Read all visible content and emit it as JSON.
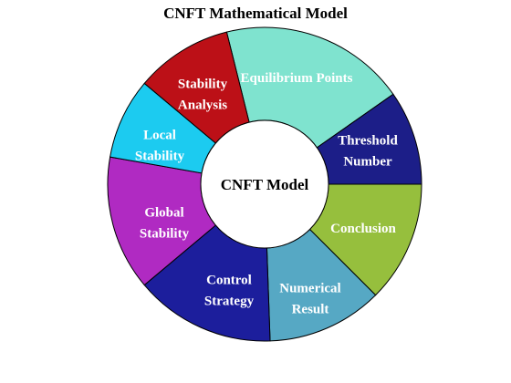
{
  "title": "CNFT Mathematical Model",
  "center": {
    "label": "CNFT Model"
  },
  "segments": [
    {
      "lines": [
        "Equilibrium Points"
      ],
      "color": "#7fe3cf"
    },
    {
      "lines": [
        "Threshold",
        "Number"
      ],
      "color": "#1c1e88"
    },
    {
      "lines": [
        "Conclusion"
      ],
      "color": "#96bf3d"
    },
    {
      "lines": [
        "Numerical",
        "Result"
      ],
      "color": "#56a8c4"
    },
    {
      "lines": [
        "Control",
        "Strategy"
      ],
      "color": "#1c1e9c"
    },
    {
      "lines": [
        "Global",
        "Stability"
      ],
      "color": "#b02ac2"
    },
    {
      "lines": [
        "Local",
        "Stability"
      ],
      "color": "#1ccbf0"
    },
    {
      "lines": [
        "Stability",
        "Analysis"
      ],
      "color": "#bc1017"
    }
  ]
}
